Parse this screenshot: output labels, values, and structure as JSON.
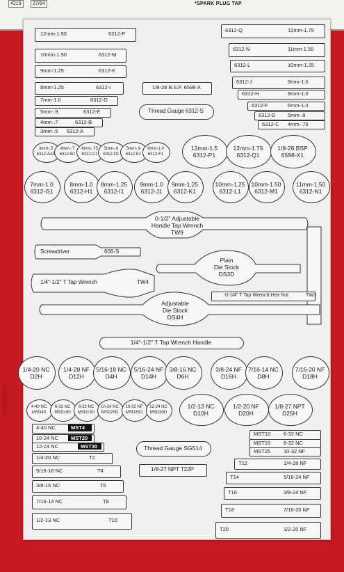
{
  "header": {
    "cells": [
      "4219",
      "27/64"
    ],
    "note": "*SPARK PLUG TAP"
  },
  "metric_left": [
    {
      "size": "12mm-1.50",
      "part": "6312-P"
    },
    {
      "size": "10mm-1.50",
      "part": "6312-M"
    },
    {
      "size": "9mm-1.25",
      "part": "6312-K"
    },
    {
      "size": "8mm-1.25",
      "part": "6312-I"
    },
    {
      "size": "7mm-1.0",
      "part": "6312-G"
    },
    {
      "size": "5mm-.9",
      "part": "6312-E"
    },
    {
      "size": "4mm-.7",
      "part": "6312-B"
    },
    {
      "size": "3mm-.5",
      "part": "6312-A"
    }
  ],
  "metric_right": [
    {
      "size": "12mm-1.75",
      "part": "6312-Q"
    },
    {
      "size": "11mm-1.50",
      "part": "6312-N"
    },
    {
      "size": "10mm-1.25",
      "part": "6312-L"
    },
    {
      "size": "9mm-1.0",
      "part": "6312-J"
    },
    {
      "size": "8mm-1.0",
      "part": "6312-H"
    },
    {
      "size": "6mm-1.0",
      "part": "6312-F"
    },
    {
      "size": "5mm-.8",
      "part": "6312-D"
    },
    {
      "size": "4mm-.75",
      "part": "6312-C"
    }
  ],
  "center_mid": {
    "bsp": "1/8-28 B.S.P. 6598-X",
    "gauge": "Thread Gauge 6312-S"
  },
  "small_dies": [
    {
      "size": "3mm-.5",
      "part": "6312-AA1"
    },
    {
      "size": "4mm-.7",
      "part": "6312-B1"
    },
    {
      "size": "4mm-.75",
      "part": "6312-C1"
    },
    {
      "size": "5mm-.8",
      "part": "6312-D1"
    },
    {
      "size": "5mm-.9",
      "part": "6312-E1"
    },
    {
      "size": "6mm-1.0",
      "part": "6312-F1"
    }
  ],
  "large_dies_top": [
    {
      "size": "12mm-1.5",
      "part": "6312-P1"
    },
    {
      "size": "12mm-1.75",
      "part": "6312-Q1"
    },
    {
      "size": "1/8-28 BSP",
      "part": "6598-X1"
    }
  ],
  "mid_dies": [
    {
      "size": "7mm-1.0",
      "part": "6312-G1"
    },
    {
      "size": "8mm-1.0",
      "part": "6312-H1"
    },
    {
      "size": "8mm-1.25",
      "part": "6312-I1"
    },
    {
      "size": "9mm-1.0",
      "part": "6312-J1"
    },
    {
      "size": "9mm-1.25",
      "part": "6312-K1"
    },
    {
      "size": "10mm-1.25",
      "part": "6312-L1"
    },
    {
      "size": "10mm-1.50",
      "part": "6312-M1"
    },
    {
      "size": "11mm-1.50",
      "part": "6312-N1"
    }
  ],
  "tools": {
    "tw9": [
      "0-1/2\" Adjustable",
      "Handle Tap Wrench",
      "TW9"
    ],
    "screwdriver": {
      "name": "Screwdriver",
      "part": "606-S"
    },
    "ds3d": [
      "Plain",
      "Die Stock",
      "DS3D"
    ],
    "tw4": {
      "name": "1/4\"-1/2\" T Tap Wrench",
      "part": "TW4"
    },
    "tw3": {
      "name": "0-1/4\" T Tap Wrench-Hex Nut",
      "part": "TW3"
    },
    "ds4h": [
      "Adjustable",
      "Die Stock",
      "DS4H"
    ],
    "handle": "1/4\"-1/2\" T Tap Wrench Handle"
  },
  "sae_dies": [
    {
      "size": "1/4-20 NC",
      "part": "D2H"
    },
    {
      "size": "1/4-28 NF",
      "part": "D12H"
    },
    {
      "size": "5/16-18 NC",
      "part": "D4H"
    },
    {
      "size": "5/16-24 NF",
      "part": "D14H"
    },
    {
      "size": "3/8-16 NC",
      "part": "D6H"
    },
    {
      "size": "3/8-24 NF",
      "part": "D16H"
    },
    {
      "size": "7/16-14 NC",
      "part": "D8H"
    },
    {
      "size": "7/16-20 NF",
      "part": "D18H"
    }
  ],
  "small_sae_dies": [
    {
      "size": "4-40 NC",
      "part": "MSD40"
    },
    {
      "size": "6-32 NC",
      "part": "MSD180"
    },
    {
      "size": "8-32 NC",
      "part": "MSD15D"
    },
    {
      "size": "10-24 NC",
      "part": "MSD20D"
    },
    {
      "size": "10-32 NF",
      "part": "MSD25D"
    },
    {
      "size": "12-24 NC",
      "part": "MSD30D"
    }
  ],
  "big_sae_dies": [
    {
      "size": "1/2-13 NC",
      "part": "D10H"
    },
    {
      "size": "1/2-20 NF",
      "part": "D20H"
    },
    {
      "size": "1/8-27 NPT",
      "part": "D25H"
    }
  ],
  "sae_taps_left": [
    {
      "size": "4-40 NC",
      "part": "MST4"
    },
    {
      "size": "10-24 NC",
      "part": "MST20"
    },
    {
      "size": "12-24 NC",
      "part": "MST30"
    },
    {
      "size": "1/4-20 NC",
      "part": "T2"
    },
    {
      "size": "5/16-18 NC",
      "part": "T4"
    },
    {
      "size": "3/8-16 NC",
      "part": "T6"
    },
    {
      "size": "7/16-14 NC",
      "part": "T8"
    },
    {
      "size": "1/2-13 NC",
      "part": "T10"
    }
  ],
  "sae_taps_right": [
    {
      "size": "6-32 NC",
      "part": "MST10"
    },
    {
      "size": "8-32 NC",
      "part": "MST15"
    },
    {
      "size": "10-32 NF",
      "part": "MST25"
    },
    {
      "size": "1/4-28 NF",
      "part": "T12"
    },
    {
      "size": "5/16-24 NF",
      "part": "T14"
    },
    {
      "size": "3/8-24 NF",
      "part": "T16"
    },
    {
      "size": "7/16-20 NF",
      "part": "T18"
    },
    {
      "size": "1/2-20 NF",
      "part": "T20"
    }
  ],
  "bottom_center": {
    "gauge": "Thread Gauge SG514",
    "npt": "1/8-27 NPT T22P"
  }
}
